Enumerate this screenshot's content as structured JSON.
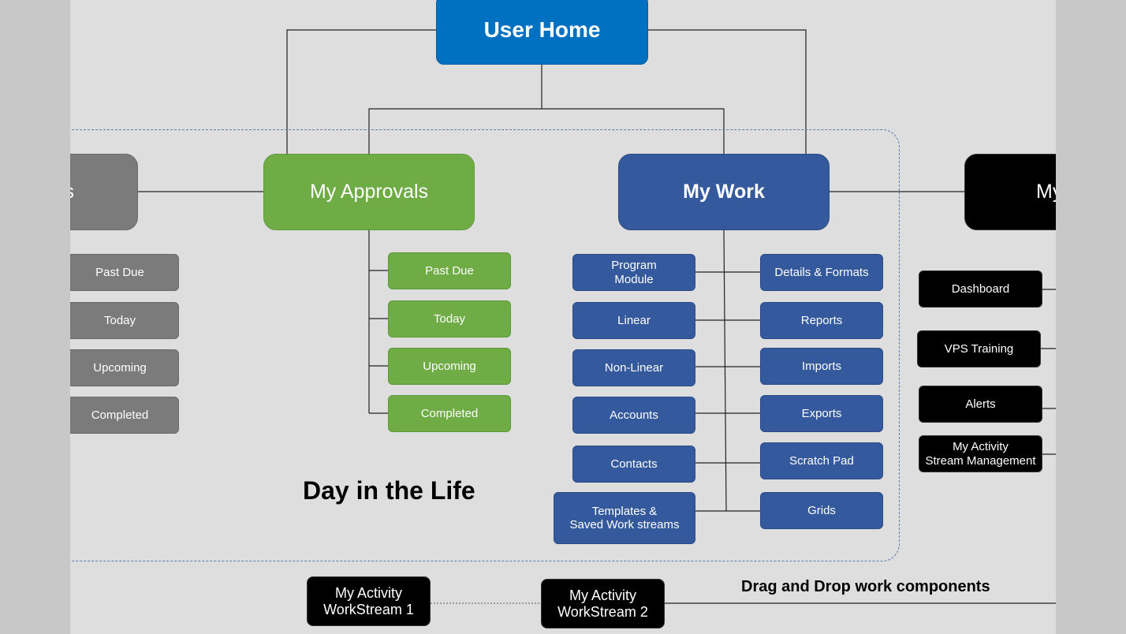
{
  "home": "User Home",
  "approvals": {
    "title": "My Approvals",
    "items": [
      "Past Due",
      "Today",
      "Upcoming",
      "Completed"
    ]
  },
  "left_panel": {
    "title_fragment": "s",
    "items": [
      "Past Due",
      "Today",
      "Upcoming",
      "Completed"
    ]
  },
  "work": {
    "title": "My Work",
    "left_items": [
      "Program\nModule",
      "Linear",
      "Non-Linear",
      "Accounts",
      "Contacts",
      "Templates &\nSaved Work streams"
    ],
    "right_items": [
      "Details & Formats",
      "Reports",
      "Imports",
      "Exports",
      "Scratch Pad",
      "Grids"
    ]
  },
  "right_panel": {
    "title_fragment": "My",
    "items": [
      "Dashboard",
      "VPS Training",
      "Alerts",
      "My Activity\nStream Management"
    ]
  },
  "section_label": "Day in the Life",
  "workstreams": [
    "My Activity\nWorkStream 1",
    "My Activity\nWorkStream 2"
  ],
  "drag_drop_label": "Drag and Drop work components",
  "colors": {
    "home": "#0070c0",
    "approvals": "#6fac46",
    "work": "#345a9d",
    "left_panel": "#7b7b7b",
    "right_panel": "#000000"
  }
}
